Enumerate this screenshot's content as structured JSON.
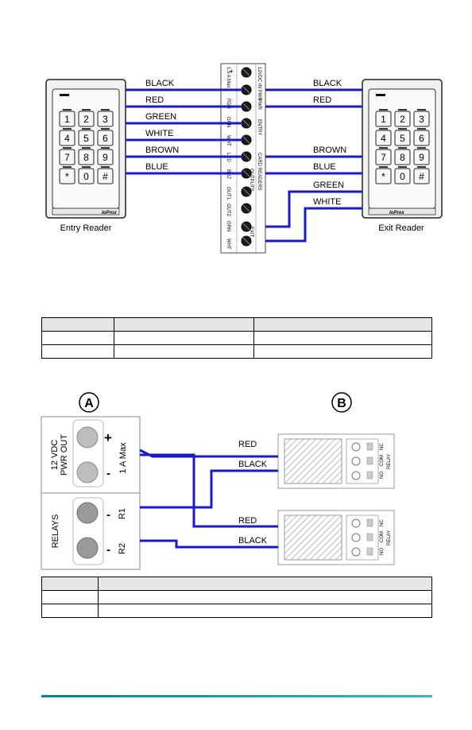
{
  "top_diagram": {
    "entry_reader_caption": "Entry Reader",
    "exit_reader_caption": "Exit Reader",
    "brand_text": "IoProx",
    "keypad_keys": [
      "1",
      "2",
      "3",
      "4",
      "5",
      "6",
      "7",
      "8",
      "9",
      "*",
      "0",
      "#"
    ],
    "entry_wires": [
      "BLACK",
      "RED",
      "GREEN",
      "WHITE",
      "BROWN",
      "BLUE"
    ],
    "exit_wires": [
      "BLACK",
      "RED",
      "BROWN",
      "BLUE",
      "GREEN",
      "WHITE"
    ],
    "terminal": {
      "in_pwr": "12VDC\nIN PWR",
      "in_pwr_max": "1.5 A Max",
      "plus": "+",
      "minus": "-",
      "pwr": "PWR",
      "rdr": "RDR",
      "grn": "GRN",
      "wht": "WHT",
      "entry": "ENTRY",
      "led": "LED",
      "buz": "BUZ",
      "card_readers": "CARD READERS",
      "outputs": "OUTPUTS",
      "out1": "OUT1",
      "out2": "OUT2",
      "grn2": "GRN",
      "wht2": "WHT",
      "exit": "EXIT"
    }
  },
  "bottom_diagram": {
    "label_a": "A",
    "label_b": "B",
    "pwr_out_line1": "12 VDC",
    "pwr_out_line2": "PWR OUT",
    "max": "1 A Max",
    "plus": "+",
    "minus": "-",
    "relays": "RELAYS",
    "r1": "R1",
    "r2": "R2",
    "relay1_wires": [
      "RED",
      "BLACK"
    ],
    "relay2_wires": [
      "RED",
      "BLACK"
    ],
    "relay_terminals": [
      "NO",
      "COM",
      "NC"
    ],
    "relay_label": "RELAY"
  },
  "colors": {
    "wire": "#1a1ac8",
    "footer": "#0a7f95",
    "table_header": "#e6e6e6"
  }
}
